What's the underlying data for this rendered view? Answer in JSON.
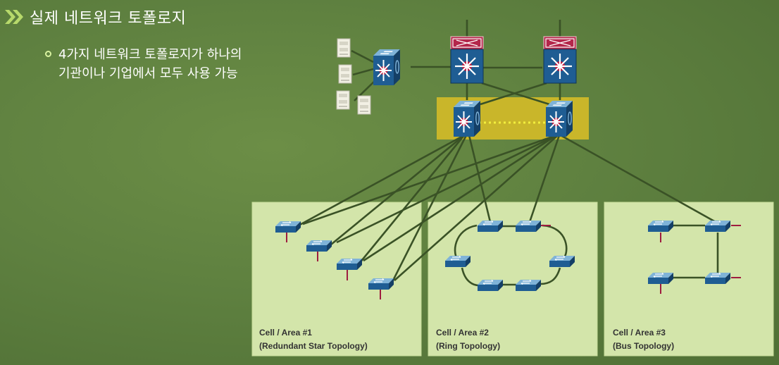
{
  "title": "실제 네트워크 토폴로지",
  "bullet": {
    "line1": "4가지 네트워크 토폴로지가 하나의",
    "line2": "기관이나 기업에서 모두 사용 가능"
  },
  "cells": [
    {
      "name": "Cell / Area #1",
      "topology": "(Redundant Star Topology)"
    },
    {
      "name": "Cell / Area #2",
      "topology": "(Ring Topology)"
    },
    {
      "name": "Cell / Area #3",
      "topology": "(Bus Topology)"
    }
  ],
  "colors": {
    "background": "#5f8140",
    "cell_panel": "#d3e5aa",
    "device_blue": "#1f5d93",
    "device_hub": "#c0163a",
    "firewall": "#b3264a",
    "highlight": "#c9b62a",
    "link": "#3a5226",
    "redundancy_link": "#f2ee3c"
  },
  "icons": [
    "chevron-icon",
    "bullet-ring-icon",
    "layer3-switch-icon",
    "firewall-icon",
    "workgroup-switch-icon",
    "server-icon"
  ]
}
